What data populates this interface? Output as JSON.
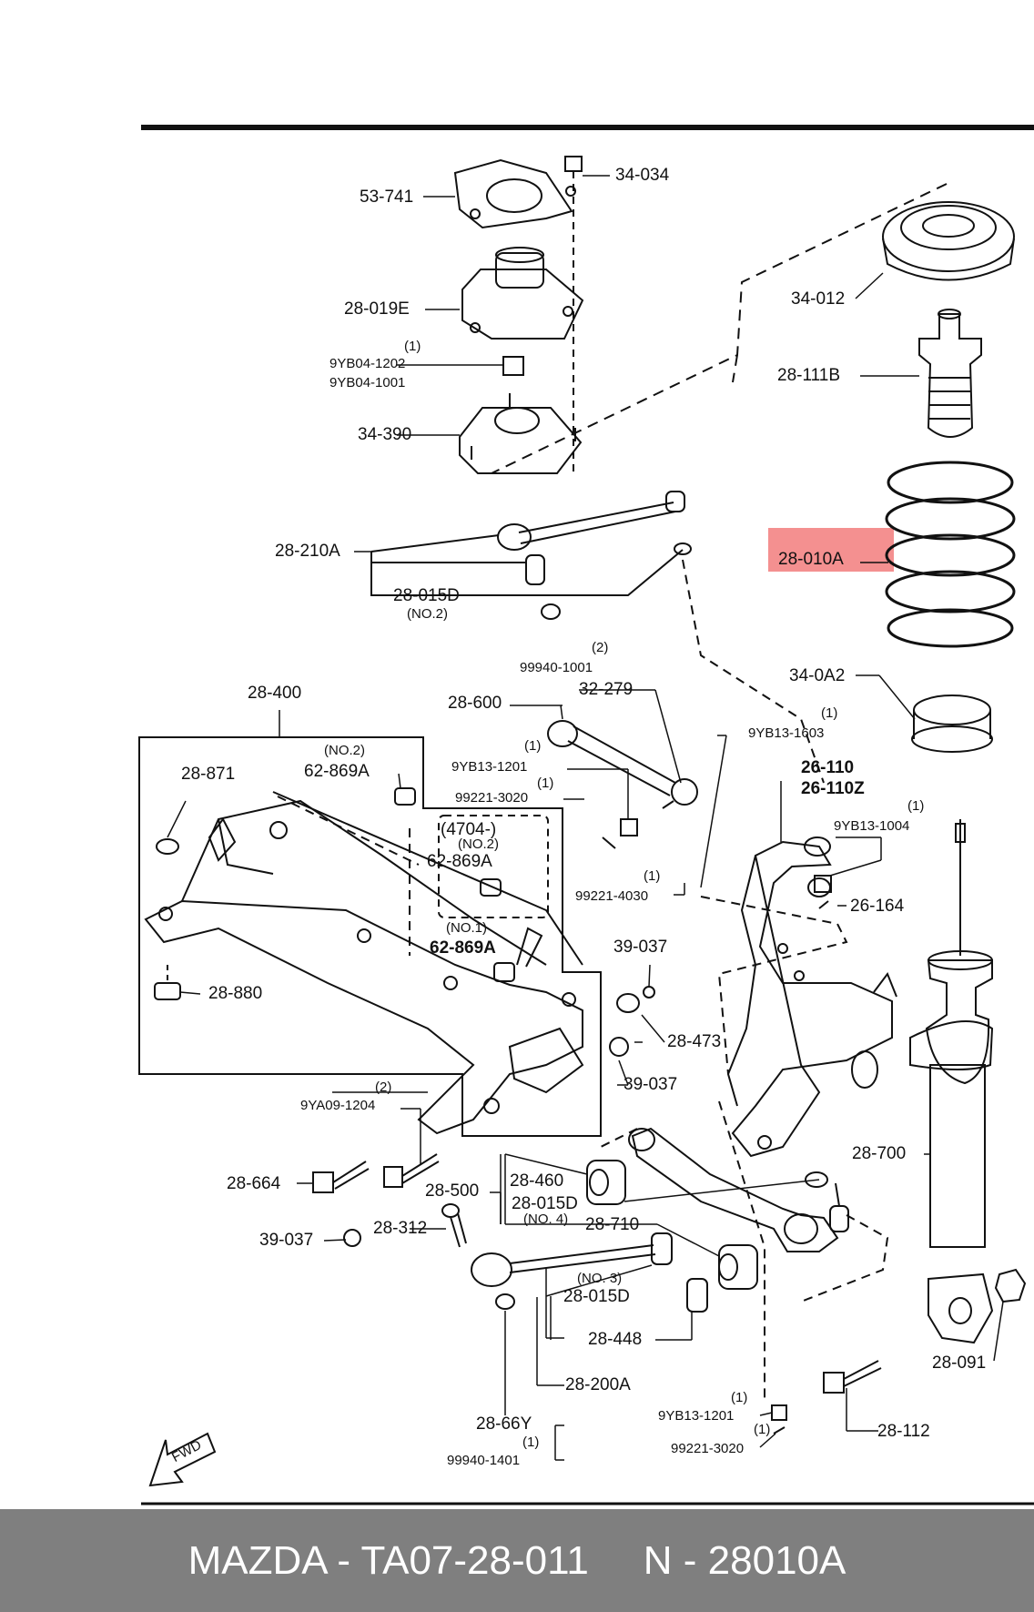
{
  "labels": {
    "l53741": "53-741",
    "l34034": "34-034",
    "l28019E": "28-019E",
    "l9YB04_1202": "9YB04-1202",
    "l9YB04_1001": "9YB04-1001",
    "q1a": "(1)",
    "l34390": "34-390",
    "l34012": "34-012",
    "l28111B": "28-111B",
    "l28010A": "28-010A",
    "l28210A": "28-210A",
    "l28015D_a": "28-015D",
    "no2a": "(NO.2)",
    "q2a": "(2)",
    "l99940_1001": "99940-1001",
    "l28600": "28-600",
    "l32279": "32-279",
    "l34_0A2": "34-0A2",
    "l28400": "28-400",
    "q1b": "(1)",
    "l9YB13_1603": "9YB13-1603",
    "q1c": "(1)",
    "l9YB13_1201a": "9YB13-1201",
    "q1d": "(1)",
    "l99221_3020a": "99221-3020",
    "l26110": "26-110",
    "l26110Z": "26-110Z",
    "no2b": "(NO.2)",
    "l62869A_a": "62-869A",
    "l28871": "28-871",
    "q1e": "(1)",
    "l9YB13_1004": "9YB13-1004",
    "box4704": "(4704-)",
    "no2c": "(NO.2)",
    "l62869A_b": "62-869A",
    "q1f": "(1)",
    "l99221_4030": "99221-4030",
    "l26164": "26-164",
    "no1": "(NO.1)",
    "l62869A_c": "62-869A",
    "l39037a": "39-037",
    "l28880": "28-880",
    "l28473": "28-473",
    "l39037b": "39-037",
    "q2b": "(2)",
    "l9YA09_1204": "9YA09-1204",
    "l28700": "28-700",
    "l28460": "28-460",
    "l28664": "28-664",
    "l28500": "28-500",
    "l28015D_b": "28-015D",
    "no4": "(NO. 4)",
    "l39037c": "39-037",
    "l28312": "28-312",
    "l28710": "28-710",
    "no3": "(NO. 3)",
    "l28015D_c": "28-015D",
    "l28448": "28-448",
    "l28091": "28-091",
    "l28200A": "28-200A",
    "q1g": "(1)",
    "l9YB13_1201b": "9YB13-1201",
    "q1h": "(1)",
    "l28112": "28-112",
    "l28_66Y": "28-66Y",
    "q1i": "(1)",
    "l99940_1401": "99940-1401",
    "l99221_3020b": "99221-3020",
    "fwd": "FWD"
  },
  "highlight_color": "#f49090",
  "footer": {
    "left": "MAZDA - TA07-28-011",
    "right": "N - 28010A"
  }
}
